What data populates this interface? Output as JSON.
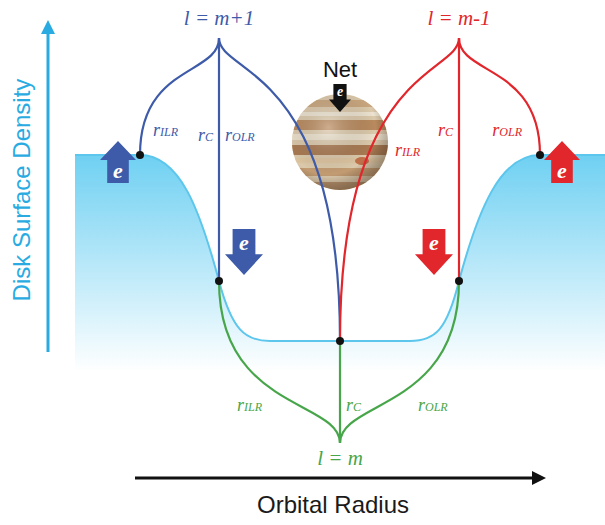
{
  "diagram": {
    "nodes": [
      {
        "text": [
          "Net",
          "e"
        ]
      },
      {
        "text": [
          "e"
        ]
      },
      {
        "text": [
          "e"
        ]
      },
      {
        "text": [
          "e"
        ]
      },
      {
        "text": [
          "e"
        ]
      }
    ],
    "labels": [
      "Disk Surface Density",
      "l = m+1",
      "l = m-1",
      "rILR",
      "rC",
      "rOLR",
      "rILR",
      "rC",
      "rOLR",
      "rILR",
      "rC",
      "rOLR",
      "l = m",
      "Orbital Radius"
    ]
  }
}
